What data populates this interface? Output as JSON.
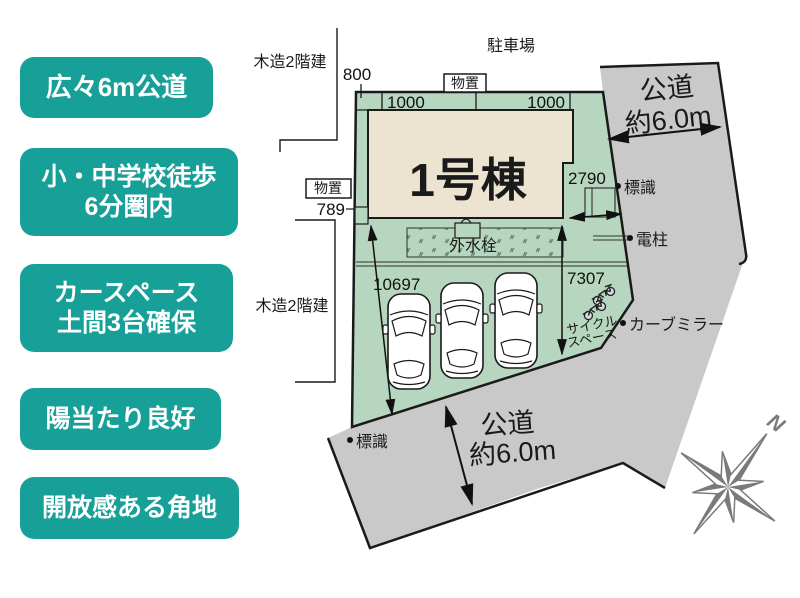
{
  "badges": [
    {
      "line1": "広々6m公道"
    },
    {
      "line1": "小・中学校徒歩",
      "line2": "6分圏内"
    },
    {
      "line1": "カースペース",
      "line2": "土間3台確保"
    },
    {
      "line1": "陽当たり良好"
    },
    {
      "line1": "開放感ある角地"
    }
  ],
  "plan": {
    "parking_lot_label": "駐車場",
    "building_label": "1号棟",
    "storage_label_top": "物置",
    "storage_label_left": "物置",
    "wooden_label_top": "木造2階建",
    "wooden_label_left": "木造2階建",
    "outdoor_faucet_label": "外水栓",
    "cycle_space_line1": "サイクル",
    "cycle_space_line2": "スペース",
    "sign_label_top": "標識",
    "sign_label_bottom": "標識",
    "utility_pole_label": "電柱",
    "curve_mirror_label": "カーブミラー",
    "road_right": {
      "line1": "公道",
      "line2": "約6.0m"
    },
    "road_bottom": {
      "line1": "公道",
      "line2": "約6.0m"
    },
    "dims": {
      "d800": "800",
      "d1000a": "1000",
      "d1000b": "1000",
      "d2790": "2790",
      "d789": "789",
      "d10697": "10697",
      "d7307": "7307"
    },
    "compass_n": "N"
  },
  "colors": {
    "badge_teal": "#17a098",
    "plot_green": "#b7d6bf",
    "building_beige": "#ece3d0",
    "road_gray": "#c9c9c9",
    "outline_black": "#1a1a1a",
    "compass_gray": "#7a7a7a"
  }
}
